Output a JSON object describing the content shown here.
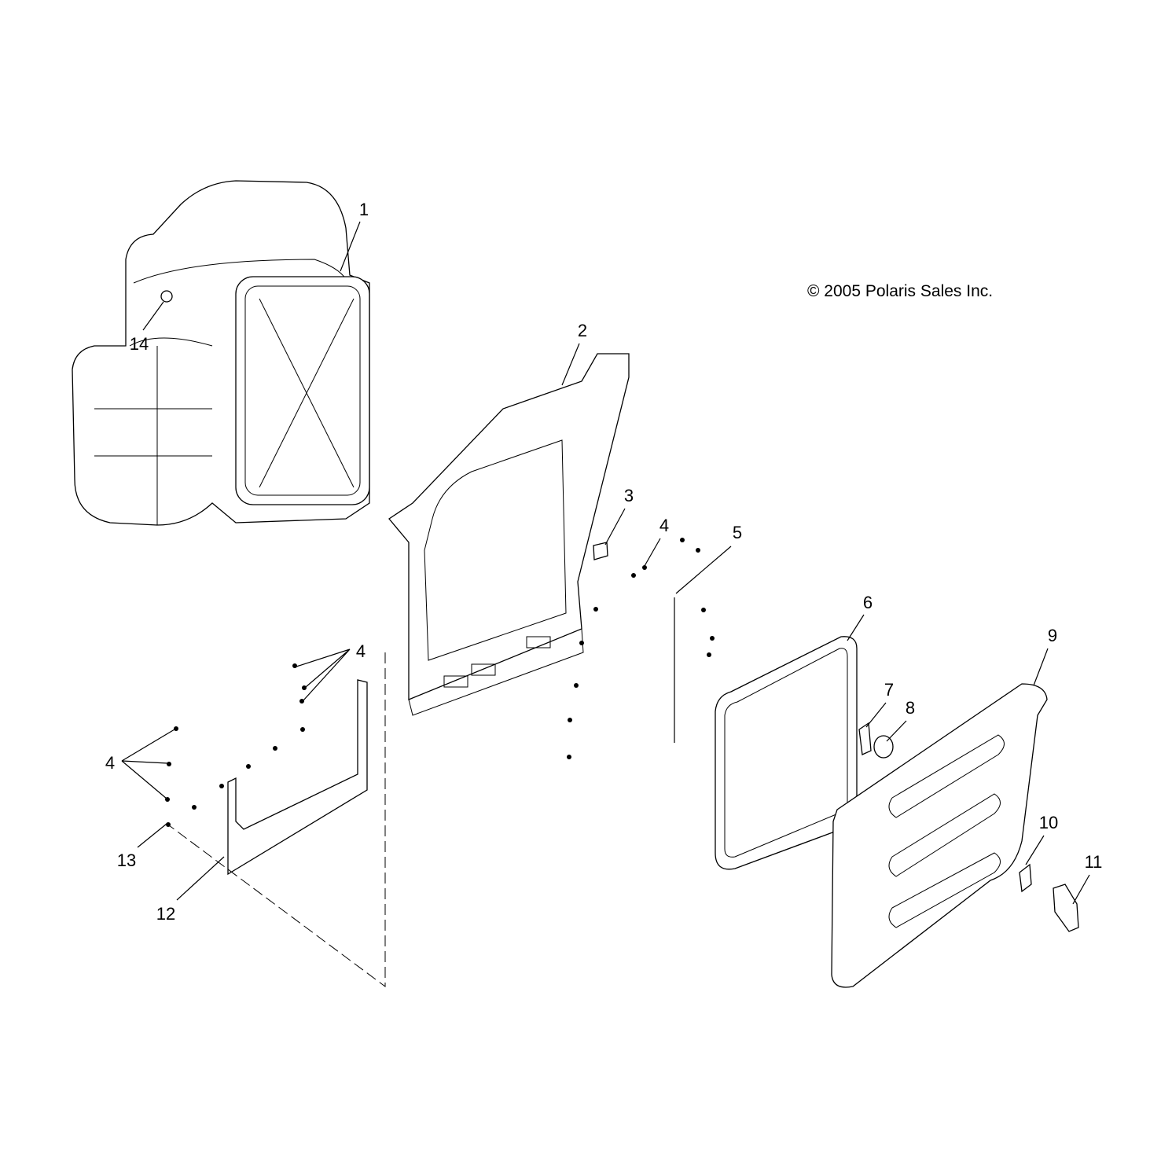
{
  "copyright": "© 2005 Polaris Sales Inc.",
  "callouts": {
    "c1": "1",
    "c2": "2",
    "c3": "3",
    "c4a": "4",
    "c5": "5",
    "c6": "6",
    "c7": "7",
    "c8": "8",
    "c9": "9",
    "c10": "10",
    "c11": "11",
    "c12": "12",
    "c13": "13",
    "c14": "14",
    "c4b": "4",
    "c4c": "4"
  }
}
